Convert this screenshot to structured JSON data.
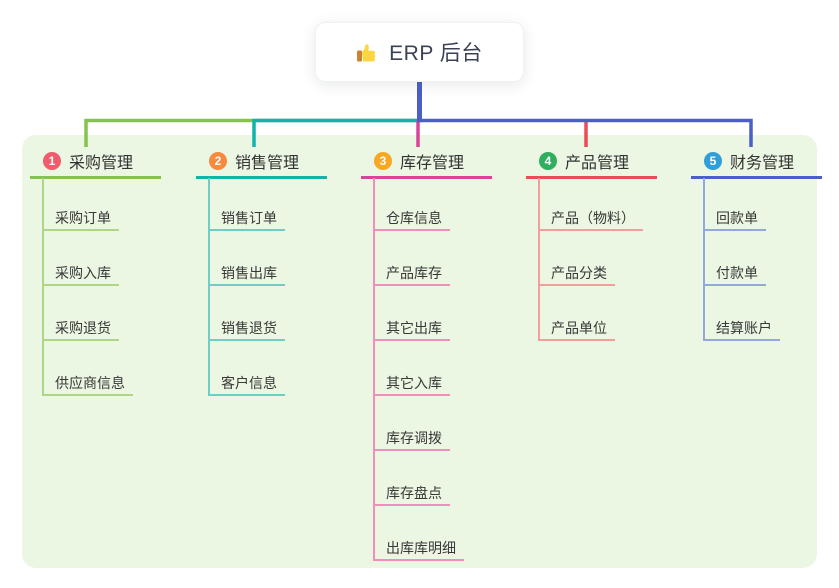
{
  "root": {
    "label": "ERP 后台",
    "icon": "thumbs-up-icon"
  },
  "colors": {
    "panel_bg": "#ebf6e3",
    "root_line": "#4b5fc6",
    "root_text": "#3b4254",
    "branch_text": "#333333",
    "child_text": "#383838"
  },
  "branches": [
    {
      "num": "1",
      "label": "采购管理",
      "badge_color": "#f15b6c",
      "line_color": "#85c24f",
      "child_line_color": "#aed686",
      "children": [
        "采购订单",
        "采购入库",
        "采购退货",
        "供应商信息"
      ]
    },
    {
      "num": "2",
      "label": "销售管理",
      "badge_color": "#f78a3d",
      "line_color": "#14b3a9",
      "child_line_color": "#6fcdc4",
      "children": [
        "销售订单",
        "销售出库",
        "销售退货",
        "客户信息"
      ]
    },
    {
      "num": "3",
      "label": "库存管理",
      "badge_color": "#f7a823",
      "line_color": "#d6459a",
      "child_line_color": "#f08ebc",
      "children": [
        "仓库信息",
        "产品库存",
        "其它出库",
        "其它入库",
        "库存调拨",
        "库存盘点",
        "出库库明细"
      ]
    },
    {
      "num": "4",
      "label": "产品管理",
      "badge_color": "#2fae5f",
      "line_color": "#ea4b57",
      "child_line_color": "#f59d9d",
      "children": [
        "产品（物料）",
        "产品分类",
        "产品单位"
      ]
    },
    {
      "num": "5",
      "label": "财务管理",
      "badge_color": "#309fd9",
      "line_color": "#4b5fc6",
      "child_line_color": "#93a8de",
      "children": [
        "回款单",
        "付款单",
        "结算账户"
      ]
    }
  ]
}
